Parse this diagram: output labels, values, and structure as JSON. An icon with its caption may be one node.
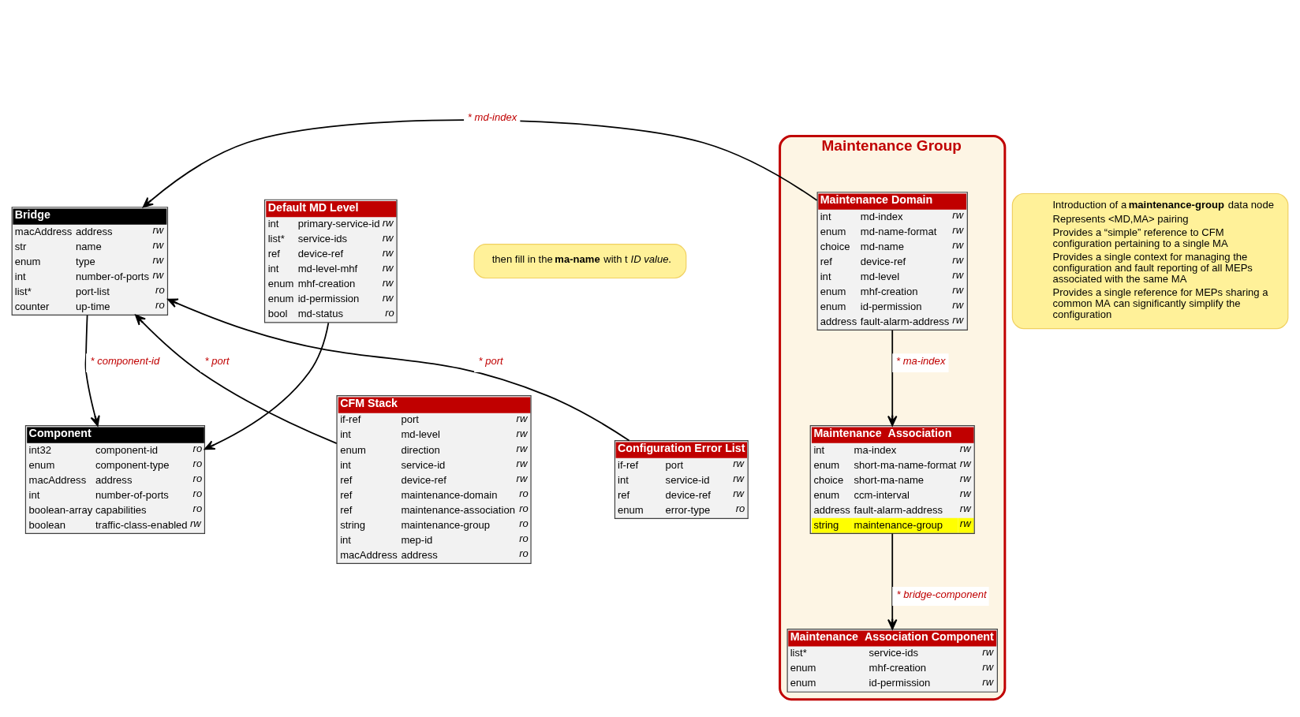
{
  "diagram": {
    "nodes": [
      {
        "text": [
          "Bridge",
          "macAddress",
          "address",
          "rw",
          "str",
          "name",
          "rw",
          "enum",
          "type",
          "rw",
          "int",
          "number-of-ports",
          "rw",
          "list*",
          "port-list",
          "ro",
          "counter",
          "up-time",
          "ro"
        ]
      },
      {
        "text": [
          "then fill in the **ma-name** with t *ID value*."
        ]
      },
      {
        "text": [
          "Component",
          "int32",
          "component-id",
          "ro",
          "enum",
          "component-type",
          "ro",
          "macAddress",
          "address",
          "ro",
          "int",
          "number-of-ports",
          "ro",
          "boolean-array",
          "capabilities",
          "ro",
          "boolean",
          "traffic-class-enabled",
          "rw"
        ]
      },
      {
        "text": [
          "CFM Stack",
          "if-ref",
          "port",
          "rw",
          "int",
          "md-level",
          "rw",
          "enum",
          "direction",
          "rw",
          "int",
          "service-id",
          "rw",
          "ref",
          "device-ref",
          "rw",
          "ref",
          "maintenance-domain",
          "ro",
          "ref",
          "maintenance-association",
          "ro",
          "string",
          "maintenance-group",
          "ro",
          "int",
          "mep-id",
          "ro",
          "macAddress",
          "address",
          "ro"
        ]
      },
      {
        "text": [
          "Configuration Error List",
          "if-ref",
          "port",
          "rw",
          "int",
          "service-id",
          "rw",
          "ref",
          "device-ref",
          "rw",
          "enum",
          "error-type",
          "ro"
        ]
      },
      {
        "text": [
          "Maintenance Group"
        ]
      },
      {
        "in": 5,
        "text": [
          "Maintenance Domain",
          "int",
          "md-index",
          "rw",
          "enum",
          "md-name-format",
          "rw",
          "choice",
          "md-name",
          "rw",
          "ref",
          "device-ref",
          "rw",
          "int",
          "md-level",
          "rw",
          "enum",
          "mhf-creation",
          "rw",
          "enum",
          "id-permission",
          "rw",
          "address",
          "fault-alarm-address",
          "rw"
        ]
      },
      {
        "in": 5,
        "text": [
          "Maintenance  Association",
          "int",
          "ma-index",
          "rw",
          "enum",
          "short-ma-name-format",
          "rw",
          "choice",
          "short-ma-name",
          "rw",
          "enum",
          "ccm-interval",
          "rw",
          "address",
          "fault-alarm-address",
          "rw",
          "string",
          "maintenance-group",
          "rw"
        ]
      },
      {
        "in": 5,
        "text": [
          "Maintenance  Association Component",
          "list*",
          "service-ids",
          "rw",
          "enum",
          "mhf-creation",
          "rw",
          "enum",
          "id-permission",
          "rw"
        ]
      },
      {
        "text": [
          "Default MD Level",
          "int",
          "primary-service-id",
          "rw",
          "list*",
          "service-ids",
          "rw",
          "ref",
          "device-ref",
          "rw",
          "int",
          "md-level-mhf",
          "rw",
          "enum",
          "mhf-creation",
          "rw",
          "enum",
          "id-permission",
          "rw",
          "bool",
          "md-status",
          "ro"
        ]
      },
      {
        "text": [
          "Introduction of a **maintenance-group** data node",
          "Represents <MD,MA> pairing",
          "Provides a “simple” reference to CFM configuration pertaining to a single MA",
          "Provides a single context for managing the configuration and fault reporting of all MEPs associated with the same MA",
          "Provides a single reference for MEPs sharing a common MA can significantly simplify the configuration"
        ]
      }
    ],
    "edges": [
      {
        "from": 0,
        "to": 2,
        "arrow": "to",
        "label": "* component-id"
      },
      {
        "from": 9,
        "to": 2,
        "arrow": "to"
      },
      {
        "from": 3,
        "to": 0,
        "arrow": "to",
        "label": "* port"
      },
      {
        "from": 4,
        "to": 0,
        "arrow": "to",
        "label": "* port"
      },
      {
        "from": 6,
        "to": 0,
        "arrow": "to",
        "label": "* md-index"
      },
      {
        "from": 6,
        "to": 7,
        "arrow": "to",
        "label": "* ma-index"
      },
      {
        "from": 7,
        "to": 8,
        "arrow": "to",
        "label": "* bridge-component"
      }
    ]
  }
}
